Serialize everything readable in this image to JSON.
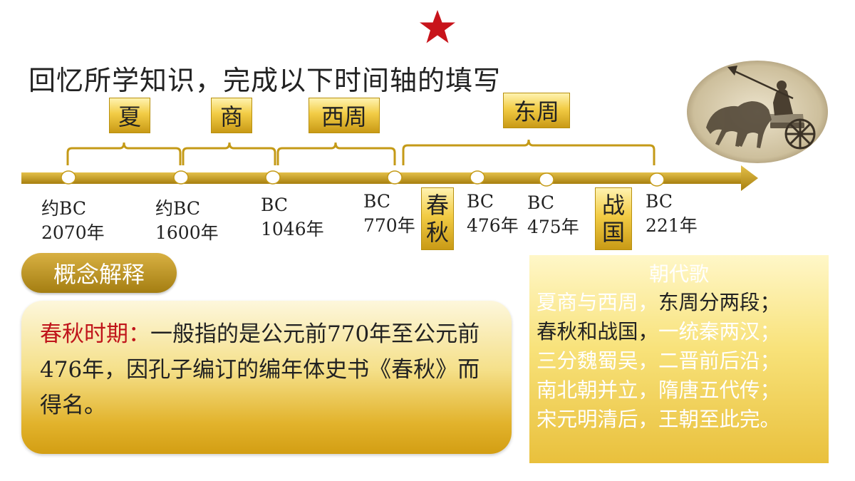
{
  "title": "回忆所学知识，完成以下时间轴的填写",
  "dynasties": {
    "xia": "夏",
    "shang": "商",
    "xizhou": "西周",
    "dongzhou": "东周",
    "chunqiu": [
      "春",
      "秋"
    ],
    "zhanguo": [
      "战",
      "国"
    ]
  },
  "dates": [
    {
      "line1": "约BC",
      "line2": "2070年"
    },
    {
      "line1": "约BC",
      "line2": "1600年"
    },
    {
      "line1": "BC",
      "line2": "1046年"
    },
    {
      "line1": "BC",
      "line2": "770年"
    },
    {
      "line1": "BC",
      "line2": "476年"
    },
    {
      "line1": "BC",
      "line2": "475年"
    },
    {
      "line1": "BC",
      "line2": "221年"
    }
  ],
  "concept": {
    "label": "概念解释",
    "term": "春秋时期：",
    "text": "一般指的是公元前770年至公元前476年，因孔子编订的编年体史书《春秋》而得名。"
  },
  "song": {
    "title": "朝代歌",
    "lines": [
      [
        "夏商与西周，",
        "东周分两段；"
      ],
      [
        "春秋和战国，",
        "一统秦两汉；"
      ],
      [
        "三分魏蜀吴，",
        "二晋前后沿；"
      ],
      [
        "南北朝并立，",
        "隋唐五代传；"
      ],
      [
        "宋元明清后，",
        "王朝至此完。"
      ]
    ]
  },
  "colors": {
    "axis": "#c49a17",
    "star": "#c8141b",
    "term": "#c0151b"
  },
  "icons": {
    "star": "star-icon",
    "image": "chariot-illustration"
  }
}
